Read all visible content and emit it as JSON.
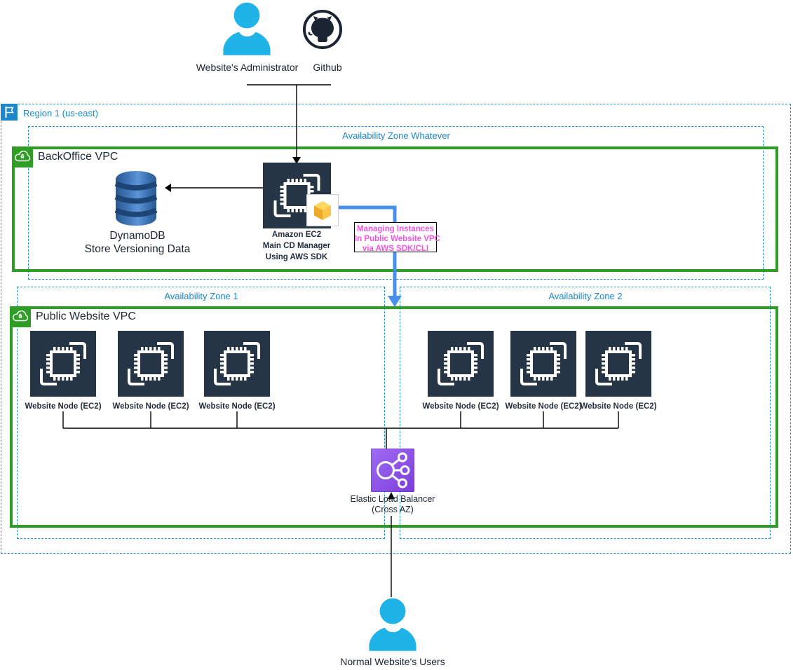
{
  "colors": {
    "region_blue": "#1B87C9",
    "dashed_blue": "#2490D0",
    "vpc_green": "#2F9E27",
    "node_navy": "#263545",
    "dynamodb_blue": "#3C76BB",
    "elb_purple": "#8A4FE8",
    "arrow_blue": "#4690EC",
    "annotation_magenta": "#F355E3",
    "actor_cyan": "#1FB3E8",
    "text_dark": "#1A2430"
  },
  "actors": {
    "admin": {
      "label": "Website's Administrator"
    },
    "github": {
      "label": "Github"
    },
    "end_users": {
      "label": "Normal Website's Users"
    }
  },
  "region": {
    "label": "Region 1 (us-east)"
  },
  "zones": {
    "backoffice_az": {
      "label": "Availability Zone Whatever"
    },
    "az1": {
      "label": "Availability Zone 1"
    },
    "az2": {
      "label": "Availability Zone 2"
    }
  },
  "backoffice_vpc": {
    "title": "BackOffice VPC",
    "dynamodb": {
      "name": "DynamoDB",
      "role": "Store Versioning Data"
    },
    "cd_manager": {
      "line1": "Amazon EC2",
      "line2": "Main CD Manager",
      "line3": "Using AWS SDK"
    }
  },
  "public_vpc": {
    "title": "Public Website VPC",
    "nodes": [
      {
        "label": "Website Node (EC2)"
      },
      {
        "label": "Website Node (EC2)"
      },
      {
        "label": "Website Node (EC2)"
      },
      {
        "label": "Website Node (EC2)"
      },
      {
        "label": "Website Node (EC2)"
      },
      {
        "label": "Website Node (EC2)"
      }
    ],
    "elb": {
      "line1": "Elastic Load Balancer",
      "line2": "(Cross AZ)"
    }
  },
  "annotation": {
    "line1": "Managing Instances",
    "line2": "In Public Website VPC",
    "line3": "via AWS SDK/CLI"
  }
}
